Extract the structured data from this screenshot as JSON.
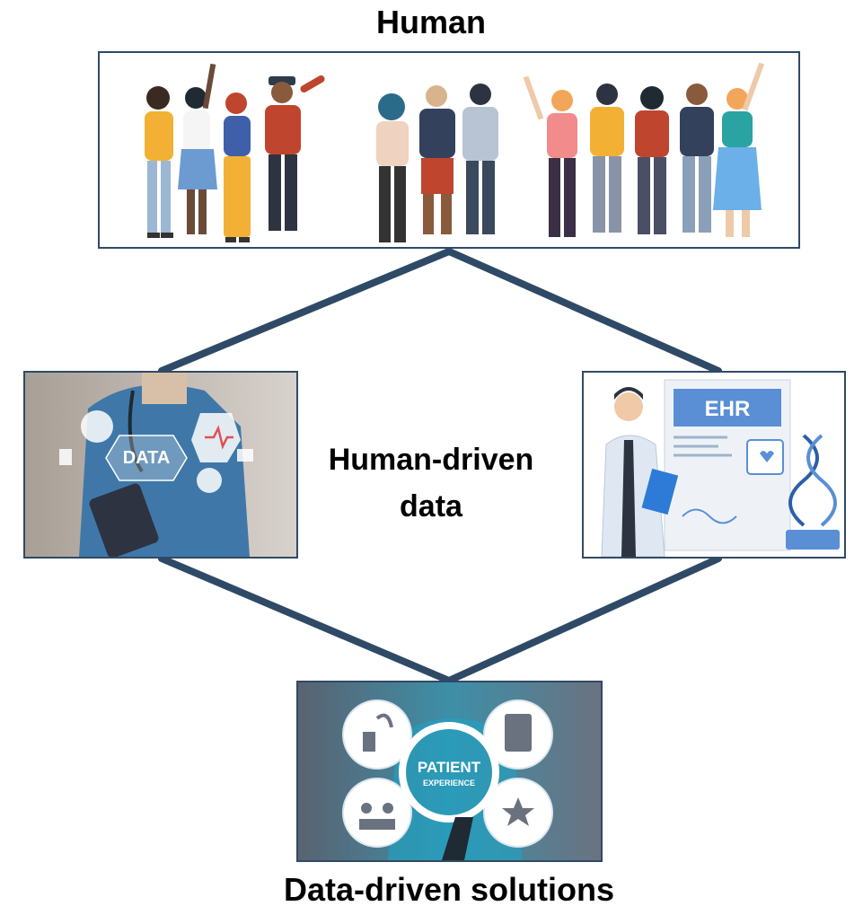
{
  "diagram": {
    "top_label": "Human",
    "middle_label_line1": "Human-driven",
    "middle_label_line2": "data",
    "bottom_label": "Data-driven solutions",
    "left_image": {
      "text": "DATA",
      "icon_names": [
        "globe-icon",
        "heartbeat-icon",
        "patient-icon",
        "document-icon",
        "briefcase-medical-icon"
      ]
    },
    "right_image": {
      "text": "EHR"
    },
    "bottom_image": {
      "title": "PATIENT",
      "subtitle": "EXPERIENCE",
      "icon_names": [
        "stethoscope-icon",
        "clipboard-icon",
        "rating-people-icon",
        "stars-icon"
      ]
    }
  },
  "colors": {
    "connector": "#2f4a66",
    "frame_border": "#2f4a66",
    "ehr_blue": "#5a8fd6",
    "scrubs": "#3f78a8"
  }
}
